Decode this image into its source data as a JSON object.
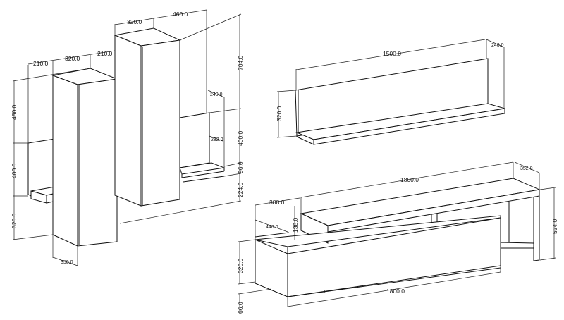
{
  "wall_units": {
    "widths_top": [
      "210.0",
      "320.0",
      "210.0"
    ],
    "tall_cabinet_widths": [
      "320.0",
      "460.0"
    ],
    "left_heights": [
      "480.0",
      "400.0",
      "320.0"
    ],
    "right_heights": [
      "704.0",
      "400.0",
      "96.0",
      "224.0"
    ],
    "niche_depth": "240.0",
    "niche_back_depth": "282.0",
    "cabinet_depth": "350.0"
  },
  "wall_shelf": {
    "width": "1500.0",
    "depth": "240.0",
    "height": "320.0"
  },
  "tv_unit": {
    "top_width": "1800.0",
    "top_depth": "352.0",
    "top_offset": "388.0",
    "base_depth": "440.0",
    "top_gap": "138.0",
    "base_height": "320.0",
    "leg_height": "66.0",
    "total_height": "524.0",
    "base_width": "1800.0"
  }
}
